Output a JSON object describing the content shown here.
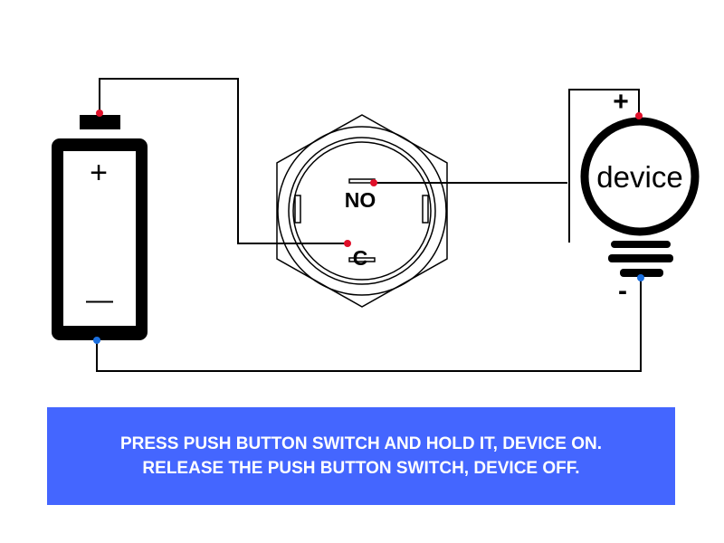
{
  "battery": {
    "plus_symbol": "+",
    "minus_symbol": "—"
  },
  "switch": {
    "no_label": "NO",
    "c_label": "C"
  },
  "device": {
    "label": "device",
    "plus_symbol": "+",
    "minus_symbol": "-"
  },
  "caption": {
    "line1": "PRESS PUSH BUTTON SWITCH AND HOLD IT, DEVICE ON.",
    "line2": "RELEASE THE PUSH BUTTON SWITCH, DEVICE OFF."
  },
  "colors": {
    "wire": "#000000",
    "positive_terminal": "#e0102a",
    "negative_terminal": "#1a6fe0",
    "caption_background": "#4466ff",
    "caption_text": "#ffffff"
  }
}
